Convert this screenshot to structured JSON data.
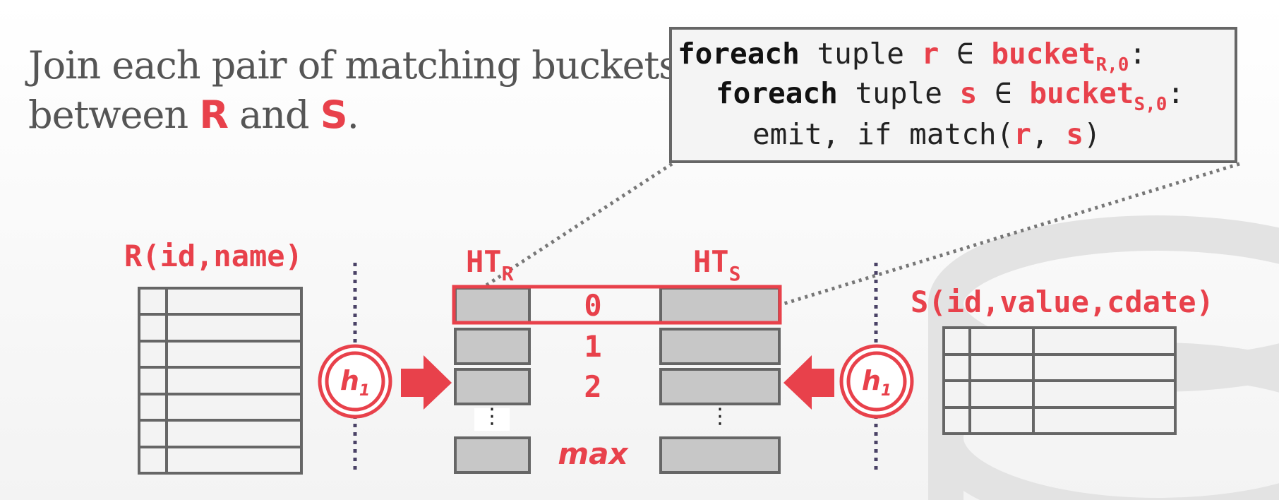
{
  "title": {
    "line1": "Join each pair of matching buckets",
    "line2_prefix": "between ",
    "r": "R",
    "and": " and ",
    "s": "S",
    "period": "."
  },
  "code": {
    "foreach": "foreach",
    "tuple": " tuple ",
    "r": "r",
    "s": "s",
    "in": " ∈ ",
    "bucket": "bucket",
    "sub_r": "R,0",
    "sub_s": "S,0",
    "colon": ":",
    "emit": "emit, if match(",
    "comma": ", ",
    "close": ")"
  },
  "tables": {
    "r_label": "R(id,name)",
    "s_label": "S(id,value,cdate)"
  },
  "hash_tables": {
    "ht": "HT",
    "sub_r": "R",
    "sub_s": "S",
    "indices": [
      "0",
      "1",
      "2",
      "max"
    ],
    "vdots": "⋮"
  },
  "hash_fn": {
    "h": "h",
    "sub": "1"
  },
  "colors": {
    "accent": "#e8414b",
    "bucket_fill": "#c7c7c7",
    "border": "#666666",
    "dotted": "#4a4266"
  }
}
